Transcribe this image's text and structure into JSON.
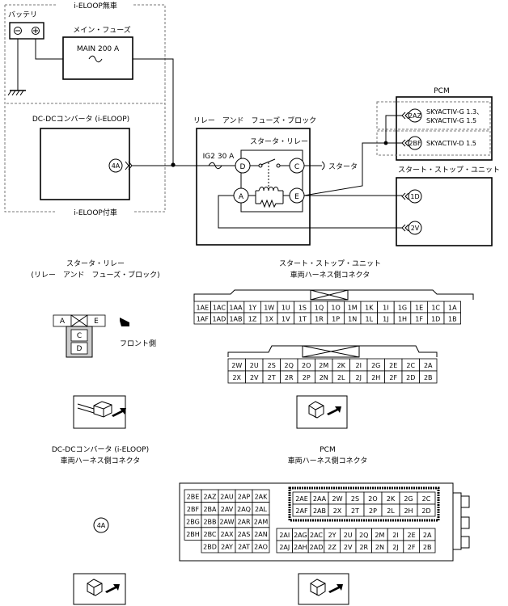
{
  "wiring": {
    "no_ieloop": "i-ELOOP無車",
    "with_ieloop": "i-ELOOP付車",
    "battery": "バッテリ",
    "main_fuse_title": "メイン・フューズ",
    "main_fuse_label": "MAIN 200 A",
    "dcdc_title": "DC-DCコンバータ (i-ELOOP)",
    "dcdc_pin": "4A",
    "rfb_title": "リレー　アンド　フューズ・ブロック",
    "ig2_label": "IG2 30 A",
    "starter_relay_title": "スタータ・リレー",
    "starter": "スタータ",
    "pins": {
      "d": "D",
      "c": "C",
      "a": "A",
      "e": "E"
    },
    "pcm_title": "PCM",
    "pcm_pin_az": "2AZ",
    "pcm_pin_bf": "2BF",
    "pcm_note_1": "SKYACTIV-G 1.3、",
    "pcm_note_2": "SKYACTIV-G 1.5",
    "pcm_note_3": "SKYACTIV-D 1.5",
    "ssu_title": "スタート・ストップ・ユニット",
    "ssu_pin_1d": "1D",
    "ssu_pin_2v": "2V"
  },
  "connectors": {
    "sr_title_1": "スタータ・リレー",
    "sr_title_2": "(リレー　アンド　フューズ・ブロック)",
    "sr_cells": {
      "a": "A",
      "e": "E",
      "c": "C",
      "d": "D"
    },
    "front_side": "フロント側",
    "ssu_title_1": "スタート・ストップ・ユニット",
    "ssu_title_2": "車両ハーネス側コネクタ",
    "ssu_1_row1": [
      "1AE",
      "1AC",
      "1AA",
      "1Y",
      "1W",
      "1U",
      "1S",
      "1Q",
      "1O",
      "1M",
      "1K",
      "1I",
      "1G",
      "1E",
      "1C",
      "1A"
    ],
    "ssu_1_row2": [
      "1AF",
      "1AD",
      "1AB",
      "1Z",
      "1X",
      "1V",
      "1T",
      "1R",
      "1P",
      "1N",
      "1L",
      "1J",
      "1H",
      "1F",
      "1D",
      "1B"
    ],
    "ssu_2_row1": [
      "2W",
      "2U",
      "2S",
      "2Q",
      "2O",
      "2M",
      "2K",
      "2I",
      "2G",
      "2E",
      "2C",
      "2A"
    ],
    "ssu_2_row2": [
      "2X",
      "2V",
      "2T",
      "2R",
      "2P",
      "2N",
      "2L",
      "2J",
      "2H",
      "2F",
      "2D",
      "2B"
    ],
    "dcdc_title_1": "DC-DCコンバータ (i-ELOOP)",
    "dcdc_title_2": "車両ハーネス側コネクタ",
    "dcdc_pin": "4A",
    "pcm_title_1": "PCM",
    "pcm_title_2": "車両ハーネス側コネクタ",
    "pcm_left": [
      [
        "2BE",
        "2AZ",
        "2AU",
        "2AP",
        "2AK"
      ],
      [
        "2BF",
        "2BA",
        "2AV",
        "2AQ",
        "2AL"
      ],
      [
        "2BG",
        "2BB",
        "2AW",
        "2AR",
        "2AM"
      ],
      [
        "2BH",
        "2BC",
        "2AX",
        "2AS",
        "2AN"
      ],
      [
        "",
        "2BD",
        "2AY",
        "2AT",
        "2AO"
      ]
    ],
    "pcm_right_top": [
      [
        "2AE",
        "2AA",
        "2W",
        "2S",
        "2O",
        "2K",
        "2G",
        "2C"
      ],
      [
        "2AF",
        "2AB",
        "2X",
        "2T",
        "2P",
        "2L",
        "2H",
        "2D"
      ]
    ],
    "pcm_right_bottom": [
      [
        "2AI",
        "2AG",
        "2AC",
        "2Y",
        "2U",
        "2Q",
        "2M",
        "2I",
        "2E",
        "2A"
      ],
      [
        "2AJ",
        "2AH",
        "2AD",
        "2Z",
        "2V",
        "2R",
        "2N",
        "2J",
        "2F",
        "2B"
      ]
    ]
  }
}
